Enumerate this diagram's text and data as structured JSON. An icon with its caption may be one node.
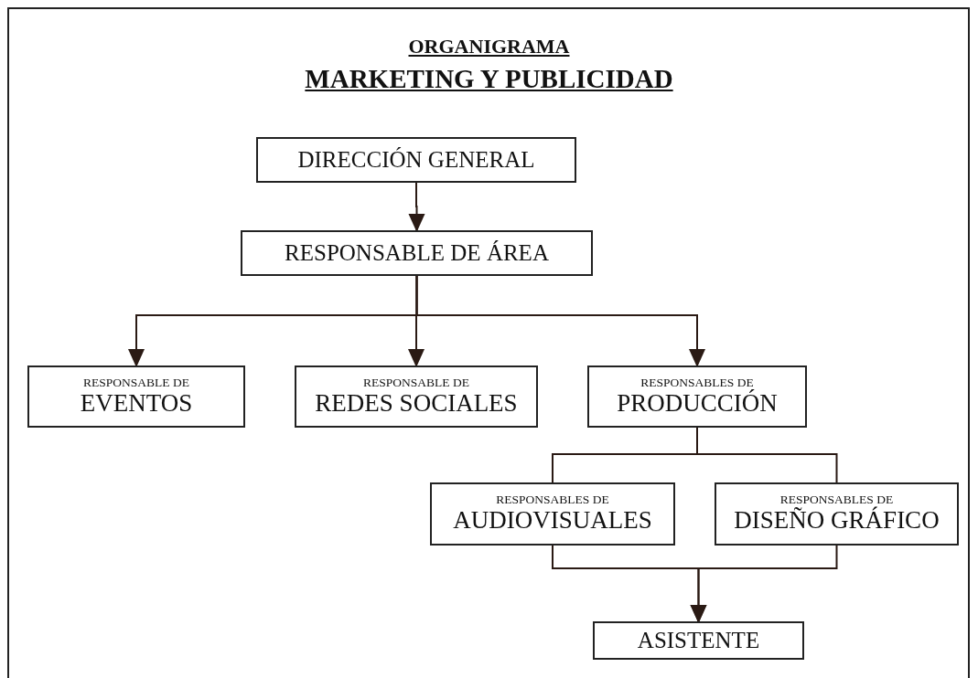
{
  "diagram": {
    "title": "MARKETING Y PUBLICIDAD",
    "nodes": [
      {
        "text": [
          "DIRECCIÓN GENERAL"
        ]
      },
      {
        "text": [
          "RESPONSABLE DE ÁREA"
        ]
      },
      {
        "text": [
          "RESPONSABLE DE",
          "EVENTOS"
        ]
      },
      {
        "text": [
          "RESPONSABLE DE",
          "REDES SOCIALES"
        ]
      },
      {
        "text": [
          "RESPONSABLES DE",
          "PRODUCCIÓN"
        ]
      },
      {
        "text": [
          "RESPONSABLES DE",
          "AUDIOVISUALES"
        ]
      },
      {
        "text": [
          "RESPONSABLES DE",
          "DISEÑO GRÁFICO"
        ]
      },
      {
        "text": [
          "ASISTENTE"
        ]
      }
    ],
    "edges": [
      {
        "from": 0,
        "to": 1,
        "arrow": "to"
      },
      {
        "from": 1,
        "to": 2,
        "arrow": "to"
      },
      {
        "from": 1,
        "to": 3,
        "arrow": "to"
      },
      {
        "from": 1,
        "to": 4,
        "arrow": "to"
      },
      {
        "from": 4,
        "to": 5,
        "arrow": "none"
      },
      {
        "from": 4,
        "to": 6,
        "arrow": "none"
      },
      {
        "from": 5,
        "to": 7,
        "arrow": "to"
      },
      {
        "from": 6,
        "to": 7,
        "arrow": "to"
      }
    ],
    "labels": [
      "ORGANIGRAMA"
    ]
  }
}
